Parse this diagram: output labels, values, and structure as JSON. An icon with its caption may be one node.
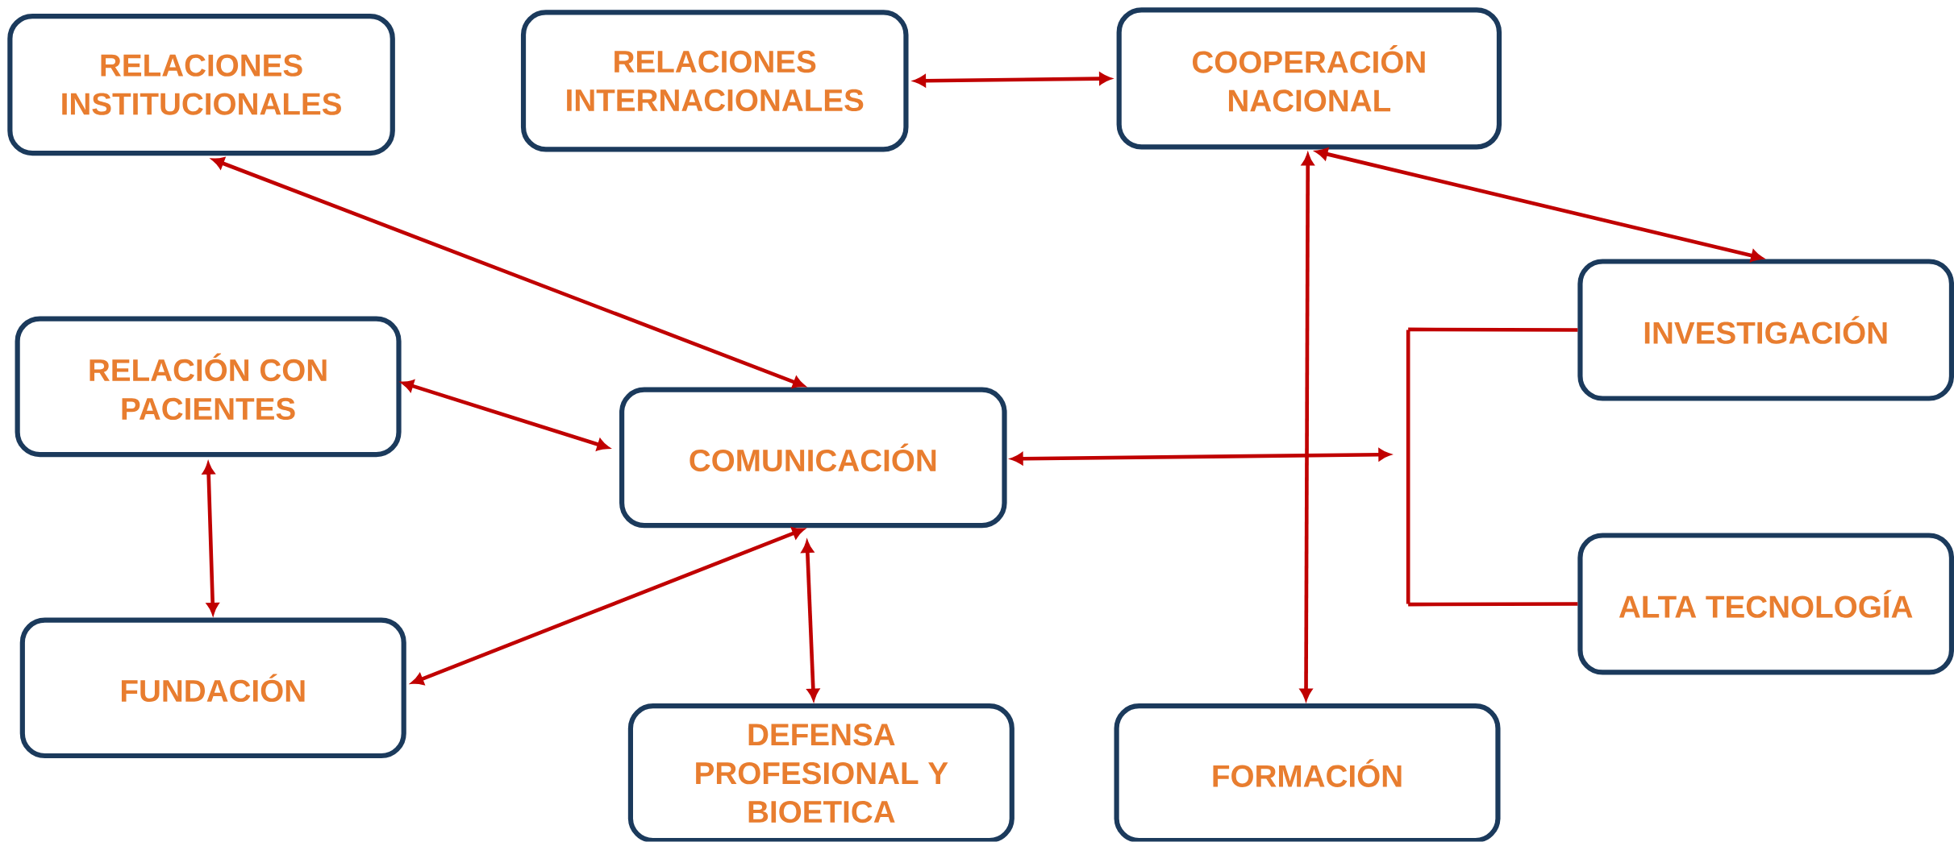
{
  "diagram": {
    "nodes": [
      {
        "text": [
          "RELACIONES INSTITUCIONALES"
        ]
      },
      {
        "text": [
          "RELACIONES INTERNACIONALES"
        ]
      },
      {
        "text": [
          "COOPERACIÓN NACIONAL"
        ]
      },
      {
        "text": [
          "INVESTIGACIÓN"
        ]
      },
      {
        "text": [
          "RELACIÓN CON PACIENTES"
        ]
      },
      {
        "text": [
          "COMUNICACIÓN"
        ]
      },
      {
        "text": [
          "ALTA TECNOLOGÍA"
        ]
      },
      {
        "text": [
          "FUNDACIÓN"
        ]
      },
      {
        "text": [
          "DEFENSA PROFESIONAL Y BIOETICA"
        ]
      },
      {
        "text": [
          "FORMACIÓN"
        ]
      },
      {
        "text": [],
        "shape": "bar"
      }
    ],
    "edges": [
      {
        "from": 0,
        "to": 5,
        "arrow": "both"
      },
      {
        "from": 1,
        "to": 2,
        "arrow": "both"
      },
      {
        "from": 2,
        "to": 3,
        "arrow": "both"
      },
      {
        "from": 2,
        "to": 9,
        "arrow": "both"
      },
      {
        "from": 4,
        "to": 5,
        "arrow": "both"
      },
      {
        "from": 4,
        "to": 7,
        "arrow": "both"
      },
      {
        "from": 5,
        "to": 7,
        "arrow": "both"
      },
      {
        "from": 5,
        "to": 8,
        "arrow": "both"
      },
      {
        "from": 5,
        "to": 10,
        "arrow": "both"
      },
      {
        "from": 10,
        "to": 3,
        "arrow": "none"
      },
      {
        "from": 10,
        "to": 6,
        "arrow": "none"
      }
    ]
  }
}
